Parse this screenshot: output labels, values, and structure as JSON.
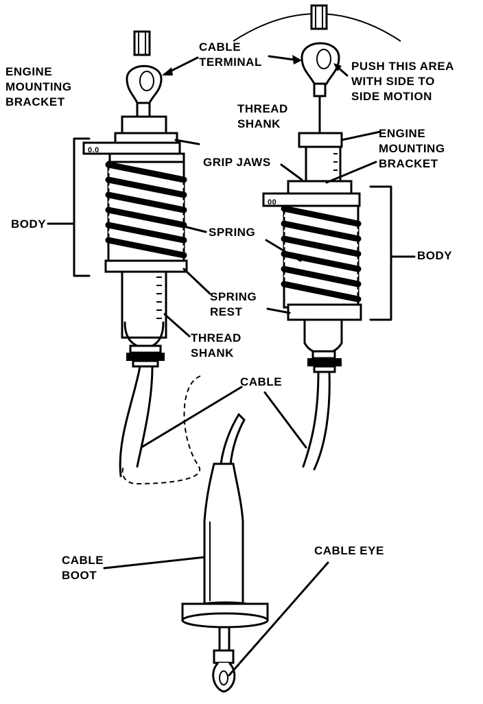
{
  "labels": {
    "engine_mounting_bracket_left": [
      "ENGINE",
      "MOUNTING",
      "BRACKET"
    ],
    "cable_terminal": [
      "CABLE",
      "TERMINAL"
    ],
    "push_area": [
      "PUSH THIS AREA",
      "WITH SIDE TO",
      "SIDE MOTION"
    ],
    "thread_shank_right": [
      "THREAD",
      "SHANK"
    ],
    "engine_mounting_bracket_right": [
      "ENGINE",
      "MOUNTING",
      "BRACKET"
    ],
    "grip_jaws": "GRIP JAWS",
    "body_left": "BODY",
    "spring": "SPRING",
    "body_right": "BODY",
    "spring_rest": [
      "SPRING",
      "REST"
    ],
    "thread_shank_left": [
      "THREAD",
      "SHANK"
    ],
    "cable": "CABLE",
    "cable_boot": [
      "CABLE",
      "BOOT"
    ],
    "cable_eye": "CABLE EYE"
  }
}
